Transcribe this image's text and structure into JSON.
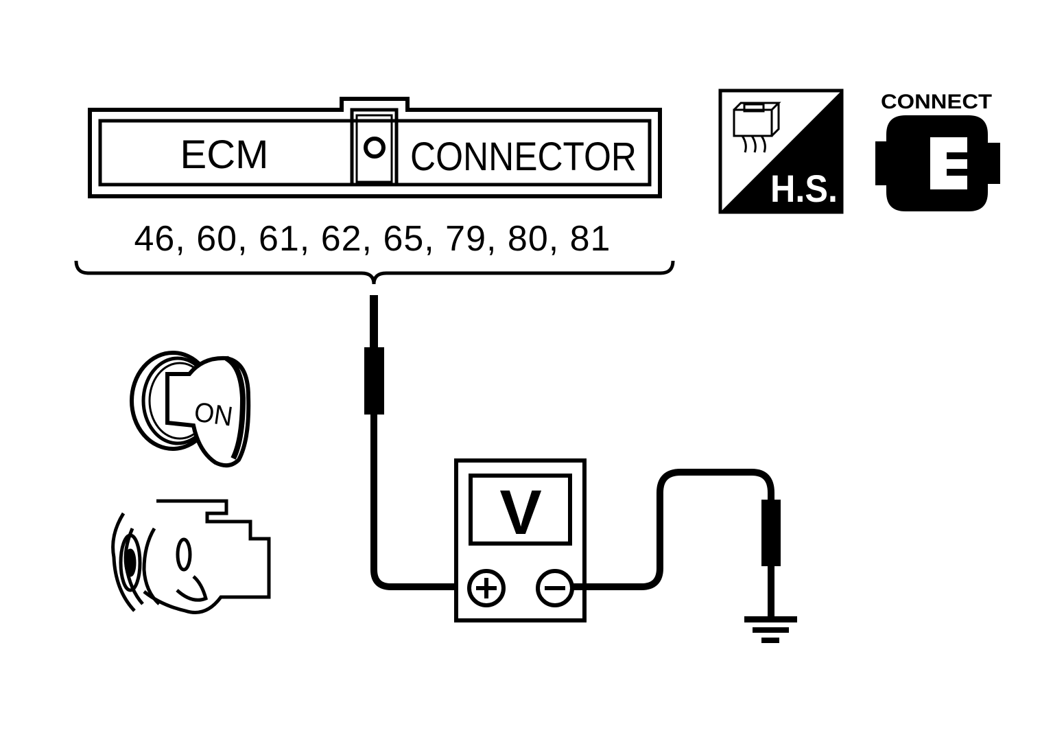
{
  "connector": {
    "left_label": "ECM",
    "right_label": "CONNECTOR",
    "pins_text": "46, 60, 61, 62, 65, 79, 80, 81"
  },
  "badges": {
    "harness_side_label": "H.S.",
    "connect_label": "CONNECT"
  },
  "ignition": {
    "key_label": "ON"
  },
  "meter": {
    "display_label": "V",
    "positive_symbol": "+",
    "negative_symbol": "−"
  },
  "colors": {
    "ink": "#000000",
    "paper": "#ffffff"
  }
}
